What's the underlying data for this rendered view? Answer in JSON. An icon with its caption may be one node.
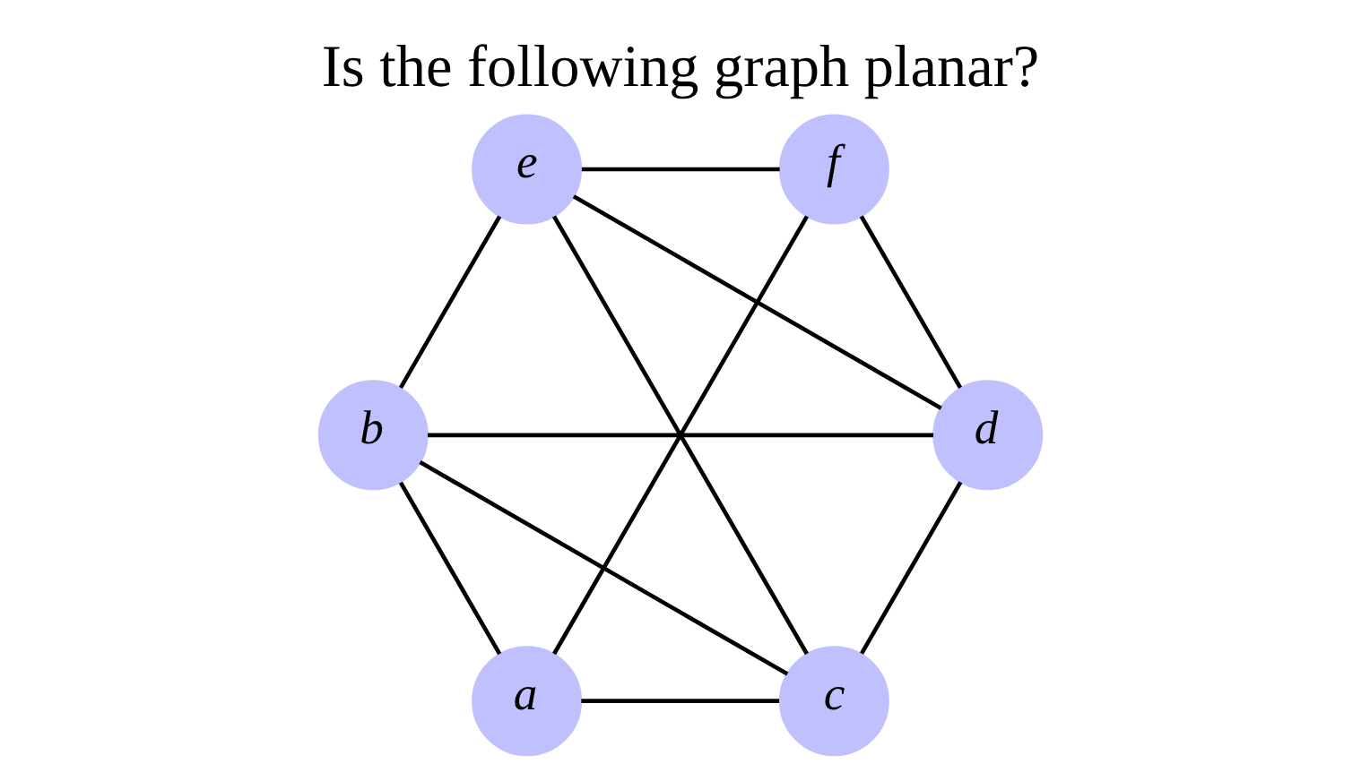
{
  "diagram": {
    "title": "Is the following graph planar?",
    "nodes": [
      {
        "text": [
          "c"
        ]
      },
      {
        "text": [
          "b"
        ]
      },
      {
        "text": [
          "d"
        ]
      },
      {
        "text": [
          "a"
        ]
      },
      {
        "text": [
          "e"
        ]
      },
      {
        "text": [
          "f"
        ]
      }
    ],
    "edges": [
      {
        "from": 0,
        "to": 1,
        "arrow": "none"
      },
      {
        "from": 0,
        "to": 2,
        "arrow": "none"
      },
      {
        "from": 0,
        "to": 3,
        "arrow": "none"
      },
      {
        "from": 0,
        "to": 4,
        "arrow": "none"
      },
      {
        "from": 1,
        "to": 2,
        "arrow": "none"
      },
      {
        "from": 1,
        "to": 3,
        "arrow": "none"
      },
      {
        "from": 1,
        "to": 4,
        "arrow": "none"
      },
      {
        "from": 2,
        "to": 4,
        "arrow": "none"
      },
      {
        "from": 2,
        "to": 5,
        "arrow": "none"
      },
      {
        "from": 3,
        "to": 5,
        "arrow": "none"
      },
      {
        "from": 4,
        "to": 5,
        "arrow": "none"
      }
    ]
  }
}
